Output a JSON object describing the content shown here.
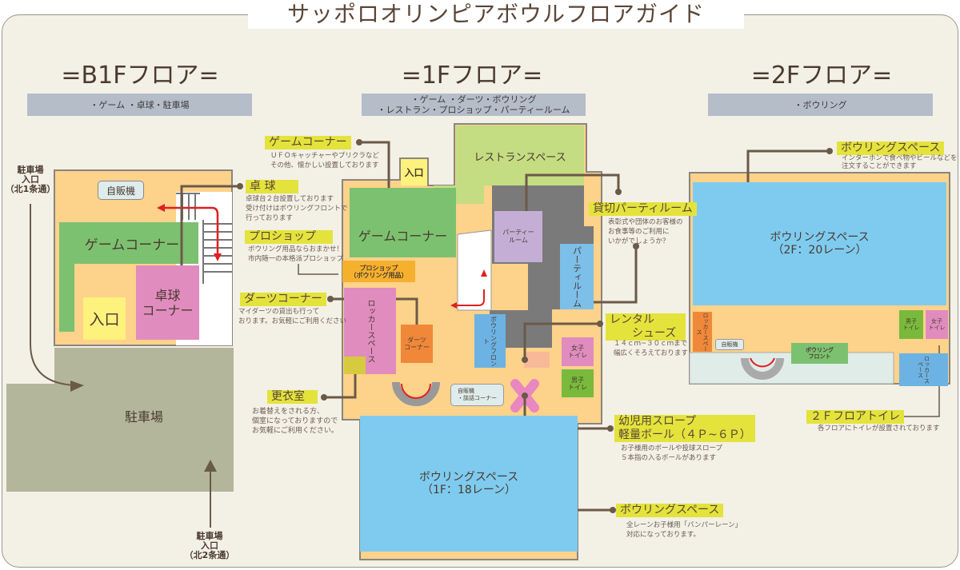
{
  "title": "サッポロオリンピアボウルフロアガイド",
  "floors": {
    "b1": {
      "heading": "=B1Fフロア=",
      "summary": "・ゲーム ・卓球・駐車場",
      "rooms": {
        "vending": "自販機",
        "game": "ゲームコーナー",
        "pingpong": "卓球\nコーナー",
        "entrance": "入口",
        "parking": "駐車場"
      },
      "parking_entrance_1": "駐車場\n入口\n（北1条通）",
      "parking_entrance_2": "駐車場\n入口\n（北2条通）"
    },
    "f1": {
      "heading": "=1Fフロア=",
      "summary": "・ゲーム ・ダーツ・ボウリング\n・レストラン・プロショップ・パーティールーム",
      "rooms": {
        "restaurant": "レストランスペース",
        "entrance": "入口",
        "game": "ゲームコーナー",
        "proshop": "プロショップ\n（ボウリング用品）",
        "party1": "パーティー\nルーム",
        "party2": "パーティルーム",
        "locker": "ロッカースペース",
        "darts": "ダーツ\nコーナー",
        "front": "ボウリングフロント",
        "women": "女子\nトイレ",
        "men": "男子\nトイレ",
        "lounge": "自販機\n・談話コーナー",
        "bowling": "ボウリングスペース\n（1F：18レーン）"
      }
    },
    "f2": {
      "heading": "=2Fフロア=",
      "summary": "・ボウリング",
      "rooms": {
        "bowling": "ボウリングスペース\n（2F：20レーン）",
        "locker1": "ロッカースペース",
        "vending": "自販機",
        "front": "ボウリング\nフロント",
        "men": "男子\nトイレ",
        "women": "女子\nトイレ",
        "locker2": "ロッカースペース"
      }
    }
  },
  "callouts": [
    {
      "label": "ゲームコーナー",
      "desc": "ＵＦＯキャッチャーやプリクラなど\nその他、懐かしい設置しております"
    },
    {
      "label": "卓 球",
      "desc": "卓球台２台設置しております\n受け付けはボウリングフロントで\n行っております"
    },
    {
      "label": "プロショップ",
      "desc": "ボウリング用品ならおまかせ！\n市内随一の本格派プロショップ"
    },
    {
      "label": "ダーツコーナー",
      "desc": "マイダーツの貸出も行って\nおります。お気軽にご利用ください"
    },
    {
      "label": "更衣室",
      "desc": "お着替えをされる方、\n個室になっておりますので\nお気軽にご利用ください。"
    },
    {
      "label": "貸切パーティルーム",
      "desc": "表彰式や団体のお客様の\nお食事等のご利用に\nいかがでしょうか？"
    },
    {
      "label": "レンタル\n　　シューズ",
      "desc": "１４ｃｍ~３０ｃｍまで\n幅広くそろえております"
    },
    {
      "label": "幼児用スロープ\n軽量ボール（４Ｐ~６Ｐ）",
      "desc": "お子様用のボールや投球スロープ\n５本指の入るボールがあります"
    },
    {
      "label": "ボウリングスペース",
      "desc": "全レーンお子様用「バンパーレーン」\n対応になっております。"
    },
    {
      "label": "ボウリングスペース",
      "desc": "インターホンで食べ物やビールなどを\n注文することができます"
    },
    {
      "label": "２Ｆフロアトイレ",
      "desc": "各フロアにトイレが設置されております"
    }
  ],
  "colors": {
    "label_bg": "#e3e33c",
    "bowling": "#7ecbef",
    "game": "#7cc170",
    "orange_floor": "#fdd28a",
    "pink": "#e08cbf",
    "arrow": "#e02020"
  }
}
